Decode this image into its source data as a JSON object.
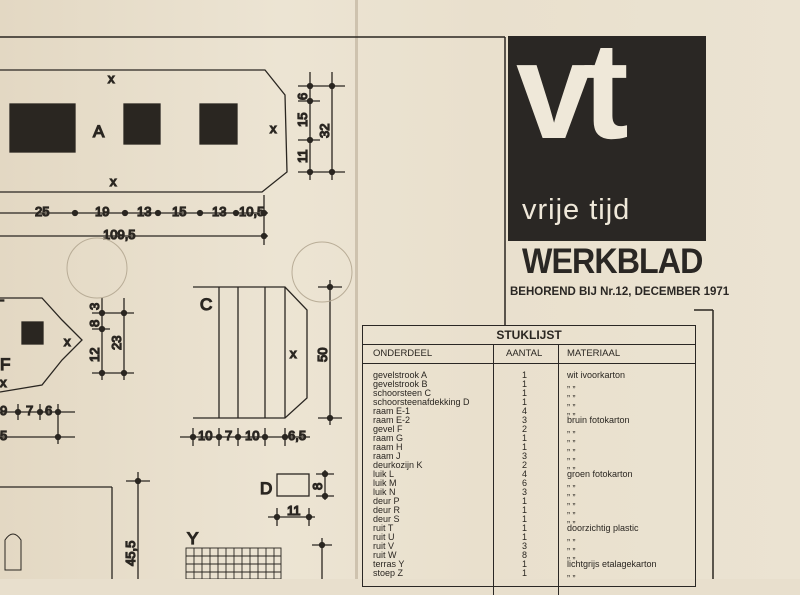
{
  "logo": {
    "letters": "vt",
    "tagline": "vrije tijd"
  },
  "heading": "WERKBLAD",
  "subheading": "BEHOREND BIJ Nr.12, DECEMBER 1971",
  "table": {
    "title": "STUKLIJST",
    "columns": [
      "ONDERDEEL",
      "AANTAL",
      "MATERIAAL"
    ],
    "rows": [
      {
        "part": "gevelstrook A",
        "qty": "1",
        "material": "wit ivoorkarton"
      },
      {
        "part": "gevelstrook B",
        "qty": "1",
        "material": "„ „"
      },
      {
        "part": "schoorsteen C",
        "qty": "1",
        "material": "„ „"
      },
      {
        "part": "schoorsteenafdekking D",
        "qty": "1",
        "material": "„ „"
      },
      {
        "part": "raam E-1",
        "qty": "4",
        "material": "„ „"
      },
      {
        "part": "raam E-2",
        "qty": "3",
        "material": "bruin fotokarton"
      },
      {
        "part": "gevel F",
        "qty": "2",
        "material": "„ „"
      },
      {
        "part": "raam G",
        "qty": "1",
        "material": "„ „"
      },
      {
        "part": "raam H",
        "qty": "1",
        "material": "„ „"
      },
      {
        "part": "raam J",
        "qty": "3",
        "material": "„ „"
      },
      {
        "part": "deurkozijn K",
        "qty": "2",
        "material": "„ „"
      },
      {
        "part": "luik L",
        "qty": "4",
        "material": "groen fotokarton"
      },
      {
        "part": "luik M",
        "qty": "6",
        "material": "„ „"
      },
      {
        "part": "luik N",
        "qty": "3",
        "material": "„ „"
      },
      {
        "part": "deur P",
        "qty": "1",
        "material": "„ „"
      },
      {
        "part": "deur R",
        "qty": "1",
        "material": "„ „"
      },
      {
        "part": "deur S",
        "qty": "1",
        "material": "„ „"
      },
      {
        "part": "ruit T",
        "qty": "1",
        "material": "doorzichtig plastic"
      },
      {
        "part": "ruit U",
        "qty": "1",
        "material": "„ „"
      },
      {
        "part": "ruit V",
        "qty": "3",
        "material": "„ „"
      },
      {
        "part": "ruit W",
        "qty": "8",
        "material": "„ „"
      },
      {
        "part": "terras Y",
        "qty": "1",
        "material": "lichtgrijs etalagekarton"
      },
      {
        "part": "stoep Z",
        "qty": "1",
        "material": "„ „"
      }
    ]
  },
  "drawing": {
    "labels": {
      "a": "A",
      "c": "C",
      "d": "D",
      "f": "F",
      "y": "Y",
      "x": "x"
    },
    "dims_a_bottom": [
      "25",
      "19",
      "13",
      "15",
      "13",
      "10,5"
    ],
    "dim_a_total": "109,5",
    "dims_a_right": [
      "6",
      "15",
      "11"
    ],
    "dim_a_right_total": "32",
    "dims_f_right": [
      "3",
      "8",
      "12"
    ],
    "dim_f_right_total": "23",
    "dims_f_bottom": [
      "9",
      "7",
      "6"
    ],
    "dim_f_bottom_total": "5",
    "dims_c_bottom": [
      "10",
      "7",
      "10",
      "6,5"
    ],
    "dim_c_right": "50",
    "dim_d_right": "8",
    "dim_d_bottom": "11",
    "dim_left_lower": "45,5"
  }
}
